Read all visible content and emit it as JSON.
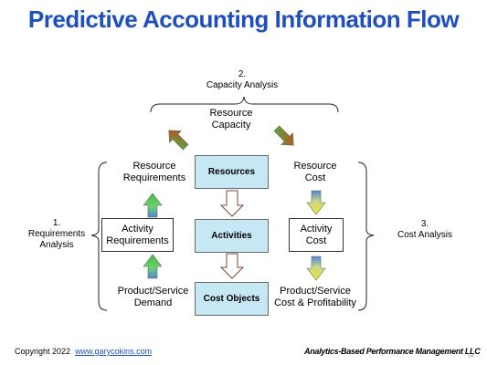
{
  "title": "Predictive Accounting Information Flow",
  "capacity_analysis": {
    "number": "2.",
    "label": "Capacity Analysis"
  },
  "requirements_analysis": {
    "number": "1.",
    "line1": "Requirements",
    "line2": "Analysis"
  },
  "cost_analysis": {
    "number": "3.",
    "label": "Cost Analysis"
  },
  "labels": {
    "resource_capacity": {
      "line1": "Resource",
      "line2": "Capacity"
    },
    "resource_requirements": {
      "line1": "Resource",
      "line2": "Requirements"
    },
    "resource_cost": {
      "line1": "Resource",
      "line2": "Cost"
    },
    "product_demand": {
      "line1": "Product/Service",
      "line2": "Demand"
    },
    "product_cost": {
      "line1": "Product/Service",
      "line2": "Cost & Profitability"
    }
  },
  "boxes": {
    "resources": "Resources",
    "activities": "Activities",
    "cost_objects": "Cost Objects",
    "activity_requirements": {
      "line1": "Activity",
      "line2": "Requirements"
    },
    "activity_cost": {
      "line1": "Activity",
      "line2": "Cost"
    }
  },
  "footer": {
    "copyright": "Copyright 2022",
    "link": "www.garycokins.com",
    "brand": "Analytics-Based Performance Management LLC",
    "page": "54"
  },
  "colors": {
    "title": "#1f4fbf",
    "box_fill": "#c6e8f5",
    "green_arrow": "#3fbf3f",
    "red_arrow": "#d63a1e",
    "yellow_arrow": "#e8e62a",
    "blue_gradient": "#4f87d6"
  }
}
